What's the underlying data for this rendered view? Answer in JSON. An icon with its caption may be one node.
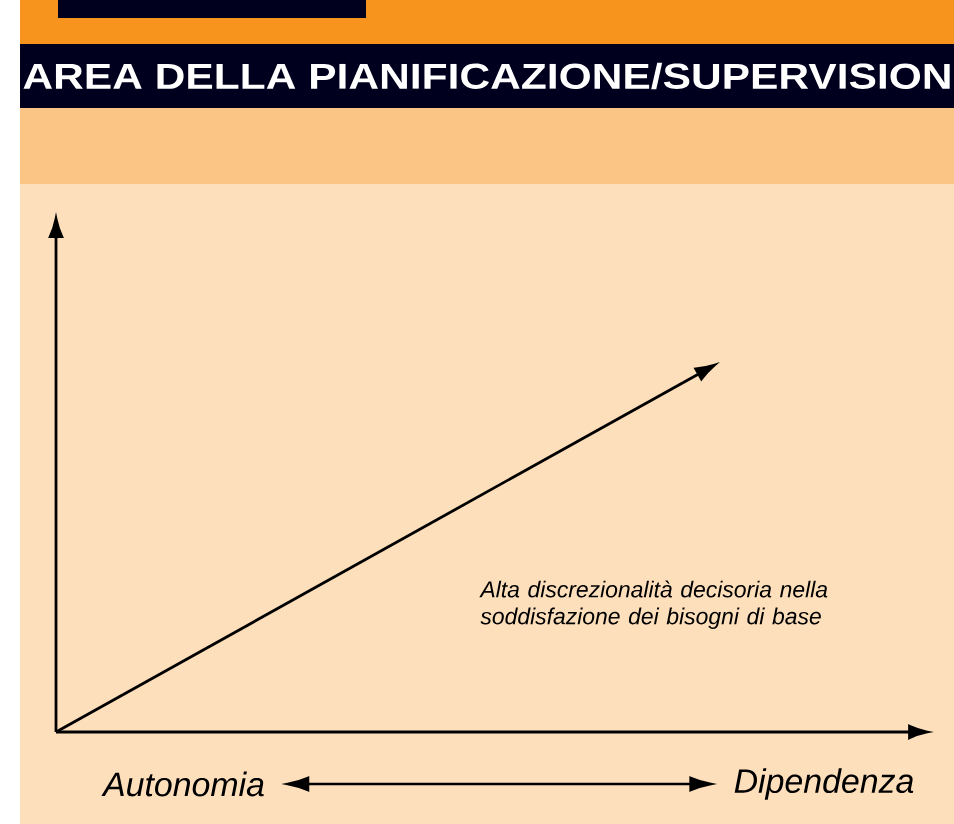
{
  "diagram": {
    "title": "AREA DELLA PIANIFICAZIONE/SUPERVISION",
    "nodes": [
      {
        "text": [
          "Autonomia"
        ]
      },
      {
        "text": [
          "Dipendenza"
        ]
      }
    ],
    "edges": [
      {
        "from": 0,
        "to": 1,
        "arrow": "both"
      }
    ],
    "labels": [
      "Alta discrezionalità decisoria nella soddisfazione dei bisogni di base"
    ]
  }
}
